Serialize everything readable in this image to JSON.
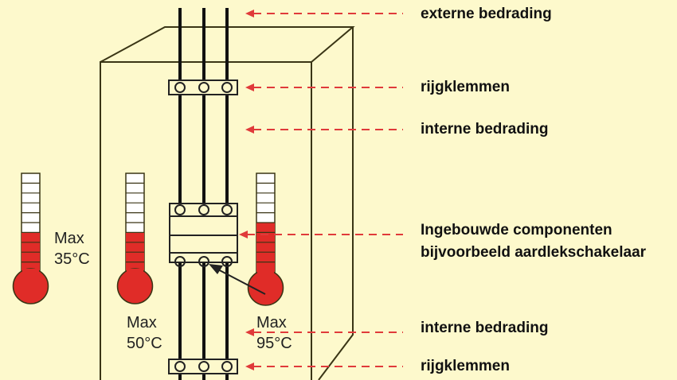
{
  "colors": {
    "background": "#fdf9cc",
    "arrow": "#e03a3a",
    "mercury": "#e02c28",
    "outline": "#3a3515"
  },
  "labels": [
    {
      "id": "external-wiring",
      "text": "externe bedrading"
    },
    {
      "id": "terminal-blocks-top",
      "text": "rijgklemmen"
    },
    {
      "id": "internal-wiring-top",
      "text": "interne bedrading"
    },
    {
      "id": "components",
      "text": "Ingebouwde componenten",
      "text2": "bijvoorbeeld aardlekschakelaar"
    },
    {
      "id": "internal-wiring-bottom",
      "text": "interne bedrading"
    },
    {
      "id": "terminal-blocks-bottom",
      "text": "rijgklemmen"
    }
  ],
  "thermometers": [
    {
      "max_label": "Max",
      "temp": "35°C",
      "fill_fraction": 0.4
    },
    {
      "max_label": "Max",
      "temp": "50°C",
      "fill_fraction": 0.4
    },
    {
      "max_label": "Max",
      "temp": "95°C",
      "fill_fraction": 0.5
    }
  ]
}
